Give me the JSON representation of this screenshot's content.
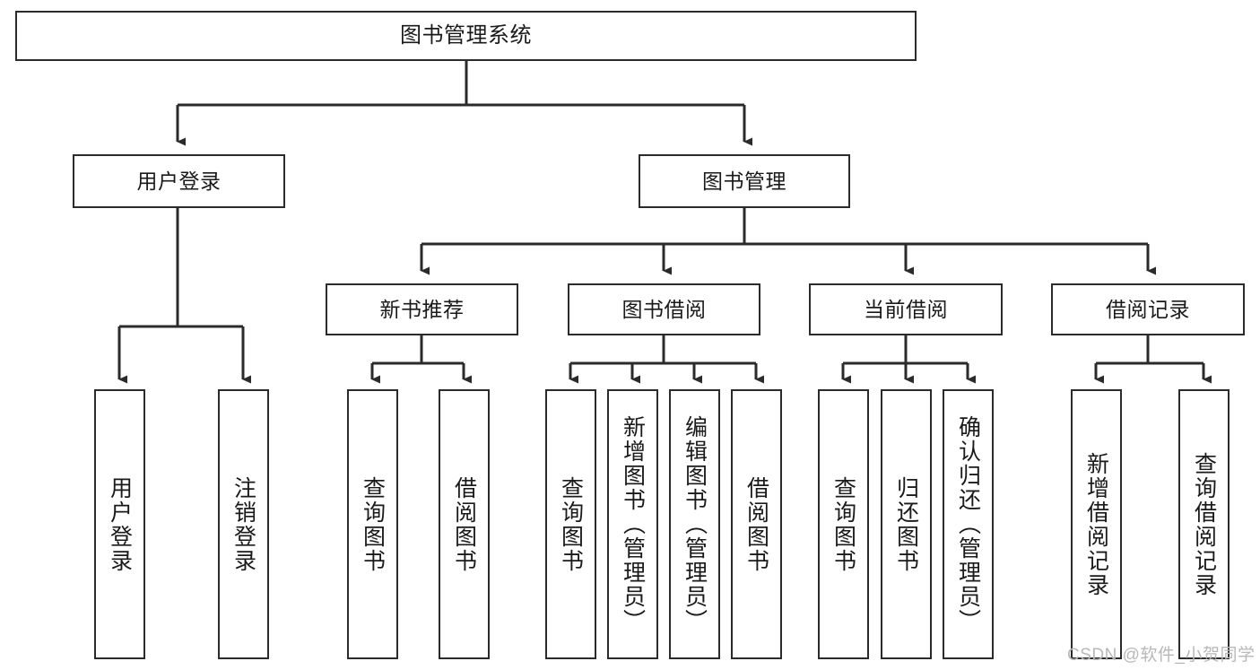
{
  "diagram": {
    "type": "tree-hierarchy",
    "title": "图书管理系统",
    "nodes": {
      "root": {
        "label": "图书管理系统",
        "level": 0
      },
      "user_login": {
        "label": "用户登录",
        "level": 1
      },
      "book_manage": {
        "label": "图书管理",
        "level": 1
      },
      "new_book_rec": {
        "label": "新书推荐",
        "level": 2
      },
      "book_borrow": {
        "label": "图书借阅",
        "level": 2
      },
      "current_borrow": {
        "label": "当前借阅",
        "level": 2
      },
      "borrow_record": {
        "label": "借阅记录",
        "level": 2
      },
      "leaf_user_login": {
        "label": "用户登录",
        "level": 3
      },
      "leaf_logout": {
        "label": "注销登录",
        "level": 3
      },
      "leaf_query_book_1": {
        "label": "查询图书",
        "level": 3
      },
      "leaf_borrow_book_1": {
        "label": "借阅图书",
        "level": 3
      },
      "leaf_query_book_2": {
        "label": "查询图书",
        "level": 3
      },
      "leaf_add_book": {
        "label": "新增图书（管理员）",
        "level": 3
      },
      "leaf_edit_book": {
        "label": "编辑图书（管理员）",
        "level": 3
      },
      "leaf_borrow_book_2": {
        "label": "借阅图书",
        "level": 3
      },
      "leaf_query_book_3": {
        "label": "查询图书",
        "level": 3
      },
      "leaf_return_book": {
        "label": "归还图书",
        "level": 3
      },
      "leaf_confirm_return": {
        "label": "确认归还（管理员）",
        "level": 3
      },
      "leaf_add_record": {
        "label": "新增借阅记录",
        "level": 3
      },
      "leaf_query_record": {
        "label": "查询借阅记录",
        "level": 3
      }
    },
    "edges": [
      {
        "from": "root",
        "to": "user_login"
      },
      {
        "from": "root",
        "to": "book_manage"
      },
      {
        "from": "user_login",
        "to": "leaf_user_login"
      },
      {
        "from": "user_login",
        "to": "leaf_logout"
      },
      {
        "from": "book_manage",
        "to": "new_book_rec"
      },
      {
        "from": "book_manage",
        "to": "book_borrow"
      },
      {
        "from": "book_manage",
        "to": "current_borrow"
      },
      {
        "from": "book_manage",
        "to": "borrow_record"
      },
      {
        "from": "new_book_rec",
        "to": "leaf_query_book_1"
      },
      {
        "from": "new_book_rec",
        "to": "leaf_borrow_book_1"
      },
      {
        "from": "book_borrow",
        "to": "leaf_query_book_2"
      },
      {
        "from": "book_borrow",
        "to": "leaf_add_book"
      },
      {
        "from": "book_borrow",
        "to": "leaf_edit_book"
      },
      {
        "from": "book_borrow",
        "to": "leaf_borrow_book_2"
      },
      {
        "from": "current_borrow",
        "to": "leaf_query_book_3"
      },
      {
        "from": "current_borrow",
        "to": "leaf_return_book"
      },
      {
        "from": "current_borrow",
        "to": "leaf_confirm_return"
      },
      {
        "from": "borrow_record",
        "to": "leaf_add_record"
      },
      {
        "from": "borrow_record",
        "to": "leaf_query_record"
      }
    ],
    "colors": {
      "stroke": "#2b2b2b",
      "fill": "#ffffff",
      "text": "#1a1a1a",
      "watermark": "#b8b8b8"
    }
  },
  "watermark": {
    "text": "CSDN @软件_小贺同学"
  }
}
